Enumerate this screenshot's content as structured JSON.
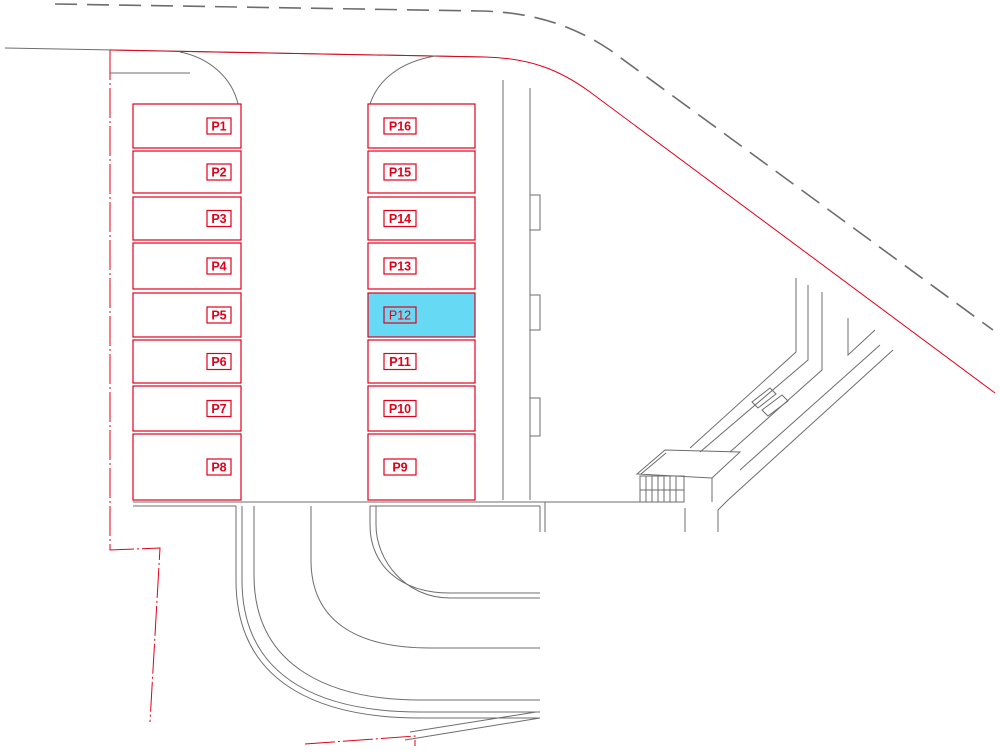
{
  "colors": {
    "boundary": "#e2001a",
    "structure": "#6d6d6d",
    "selected_fill": "#66d9f5",
    "background": "#ffffff"
  },
  "selected_lot": "P12",
  "lots_left": [
    "P1",
    "P2",
    "P3",
    "P4",
    "P5",
    "P6",
    "P7",
    "P8"
  ],
  "lots_right": [
    "P16",
    "P15",
    "P14",
    "P13",
    "P12",
    "P11",
    "P10",
    "P9"
  ]
}
